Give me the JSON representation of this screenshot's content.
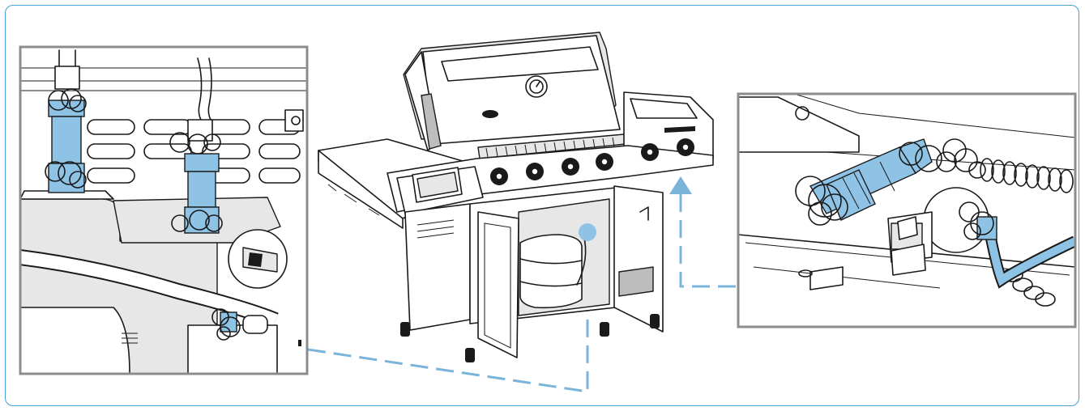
{
  "colors": {
    "frame_border": "#4a9fd1",
    "accent": "#8ec3e6",
    "leader_line": "#7ab4da",
    "panel_border": "#8c8c8c",
    "line_art": "#1a1a1a"
  },
  "figure": {
    "main_illustration": "gas-grill",
    "detail_views": [
      "left-detail-regulator-connection",
      "right-detail-hose-connection"
    ],
    "callout_marker": "blue-dot",
    "callout_arrow": "up-arrow"
  }
}
